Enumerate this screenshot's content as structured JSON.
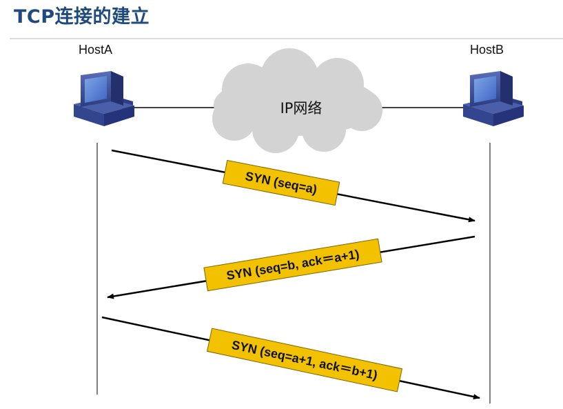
{
  "header": {
    "title": "TCP连接的建立"
  },
  "hosts": {
    "a": {
      "label": "HostA",
      "icon": "computer-icon"
    },
    "b": {
      "label": "HostB",
      "icon": "computer-icon"
    }
  },
  "network": {
    "label": "IP网络",
    "icon": "cloud-icon"
  },
  "messages": [
    {
      "label": "SYN (seq=a)",
      "direction": "A-to-B"
    },
    {
      "label": "SYN (seq=b, ack＝a+1)",
      "direction": "B-to-A"
    },
    {
      "label": "SYN (seq=a+1, ack＝b+1)",
      "direction": "A-to-B"
    }
  ],
  "colors": {
    "title": "#1f4a7c",
    "label_fill": "#f2c200",
    "cloud": "#d3d3d3",
    "computer": "#3b4f9c"
  }
}
